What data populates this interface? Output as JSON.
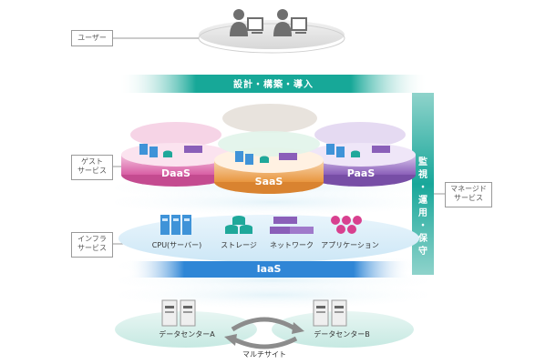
{
  "labels": {
    "user": "ユーザー",
    "guest_service": [
      "ゲスト",
      "サービス"
    ],
    "infra_service": [
      "インフラ",
      "サービス"
    ],
    "managed_service": [
      "マネージド",
      "サービス"
    ]
  },
  "banners": {
    "design": "設計・構築・導入",
    "monitor": [
      "監",
      "視",
      "・",
      "運",
      "用",
      "・",
      "保",
      "守"
    ]
  },
  "services": {
    "daas": "DaaS",
    "saas": "SaaS",
    "paas": "PaaS",
    "iaas": "IaaS"
  },
  "iaas_items": [
    "CPU(サーバー)",
    "ストレージ",
    "ネットワーク",
    "アプリケーション"
  ],
  "datacenters": {
    "a": "データセンターA",
    "b": "データセンターB",
    "link": "マルチサイト"
  },
  "colors": {
    "teal": "#1aa89a",
    "pink": "#d65fa3",
    "orange": "#e89a4a",
    "purple": "#8b62b8",
    "blue": "#2f86d6"
  }
}
